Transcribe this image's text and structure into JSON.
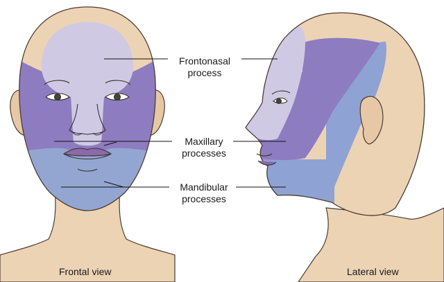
{
  "labels": {
    "frontonasal": [
      "Frontonasal",
      "process"
    ],
    "maxillary": [
      "Maxillary",
      "processes"
    ],
    "mandibular": [
      "Mandibular",
      "processes"
    ]
  },
  "views": {
    "frontal": "Frontal view",
    "lateral": "Lateral view"
  },
  "colors": {
    "skin": "#ecd3b4",
    "frontonasal": "#cfc9e4",
    "maxillary": "#8e7cc0",
    "mandibular": "#8ea3d3",
    "outline": "#4a3b33"
  }
}
